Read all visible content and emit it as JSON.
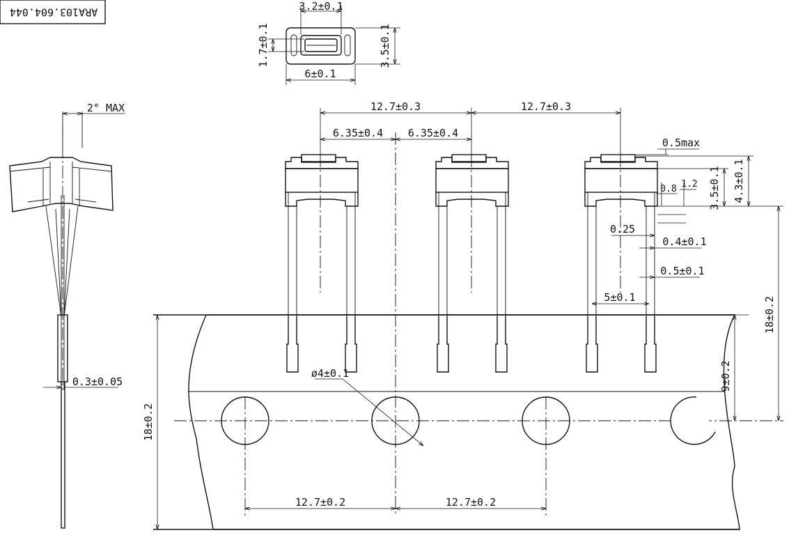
{
  "part_code": "ARA103.604.044",
  "top_view": {
    "dims": [
      "3.2±0.1",
      "1.7±0.1",
      "3.5±0.1",
      "6±0.1"
    ]
  },
  "side_view": {
    "dims": [
      "2° MAX",
      "0.3±0.05"
    ]
  },
  "front_view": {
    "dims": {
      "pitch_left": "12.7±0.3",
      "pitch_right": "12.7±0.3",
      "half_left": "6.35±0.4",
      "half_right": "6.35±0.4",
      "max_05": "0.5max",
      "d_08": "0.8",
      "d_12": "1.2",
      "h_35": "3.5±0.1",
      "h_43": "4.3±0.1",
      "d_025": "0.25",
      "d_04": "0.4±0.1",
      "d_05": "0.5±0.1",
      "d_5": "5±0.1",
      "hole": "ø4±0.1",
      "h_18_right": "18±0.2",
      "h_9": "9±0.2",
      "h_18_left": "18±0.2",
      "pitch_hole_left": "12.7±0.2",
      "pitch_hole_right": "12.7±0.2"
    }
  }
}
